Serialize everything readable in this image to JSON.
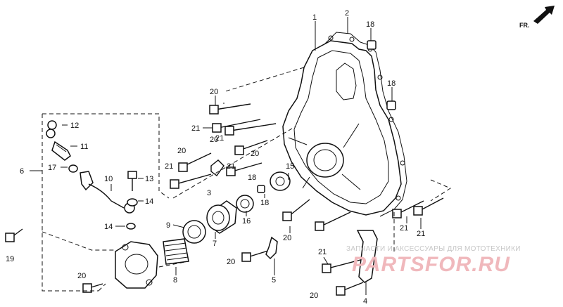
{
  "direction_indicator": "FR.",
  "callouts": [
    {
      "id": "c1",
      "label": "1"
    },
    {
      "id": "c2",
      "label": "2"
    },
    {
      "id": "c18a",
      "label": "18"
    },
    {
      "id": "c18b",
      "label": "18"
    },
    {
      "id": "c20a",
      "label": "20"
    },
    {
      "id": "c21a",
      "label": "21"
    },
    {
      "id": "c21b",
      "label": "21"
    },
    {
      "id": "c20b",
      "label": "20"
    },
    {
      "id": "c20c",
      "label": "20"
    },
    {
      "id": "c21c",
      "label": "21"
    },
    {
      "id": "c21d",
      "label": "21"
    },
    {
      "id": "c12",
      "label": "12"
    },
    {
      "id": "c11",
      "label": "11"
    },
    {
      "id": "c6",
      "label": "6"
    },
    {
      "id": "c17",
      "label": "17"
    },
    {
      "id": "c10",
      "label": "10"
    },
    {
      "id": "c13",
      "label": "13"
    },
    {
      "id": "c14a",
      "label": "14"
    },
    {
      "id": "c14b",
      "label": "14"
    },
    {
      "id": "c3",
      "label": "3"
    },
    {
      "id": "c15",
      "label": "15"
    },
    {
      "id": "c18c",
      "label": "18"
    },
    {
      "id": "c18d",
      "label": "18"
    },
    {
      "id": "c9",
      "label": "9"
    },
    {
      "id": "c16",
      "label": "16"
    },
    {
      "id": "c7",
      "label": "7"
    },
    {
      "id": "c20d",
      "label": "20"
    },
    {
      "id": "c21e",
      "label": "21"
    },
    {
      "id": "c21f",
      "label": "21"
    },
    {
      "id": "c19",
      "label": "19"
    },
    {
      "id": "c8",
      "label": "8"
    },
    {
      "id": "c20e",
      "label": "20"
    },
    {
      "id": "c5",
      "label": "5"
    },
    {
      "id": "c20f",
      "label": "20"
    },
    {
      "id": "c21g",
      "label": "21"
    },
    {
      "id": "c4",
      "label": "4"
    },
    {
      "id": "c20g",
      "label": "20"
    },
    {
      "id": "c20h",
      "label": "20"
    }
  ],
  "watermark": {
    "text": "ЗАПЧАСТИ И АКСЕССУАРЫ ДЛЯ МОТОТЕХНИКИ",
    "logo": "PARTSFOR.RU"
  }
}
